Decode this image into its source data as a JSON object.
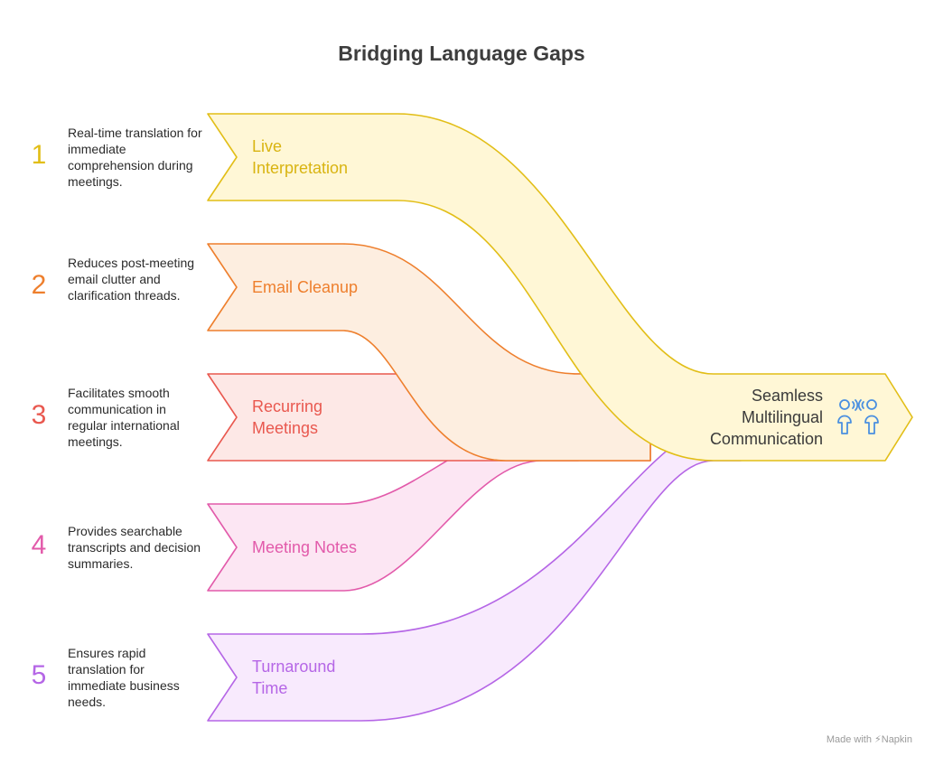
{
  "title": "Bridging Language Gaps",
  "items": [
    {
      "number": "1",
      "label": "Live Interpretation",
      "description": "Real-time translation for immediate comprehension during meetings.",
      "color": "#e2be17",
      "fill": "#fff7d6"
    },
    {
      "number": "2",
      "label": "Email Cleanup",
      "description": "Reduces post-meeting email clutter and clarification threads.",
      "color": "#ee7f2d",
      "fill": "#fdeee0"
    },
    {
      "number": "3",
      "label": "Recurring Meetings",
      "description": "Facilitates smooth communication in regular international meetings.",
      "color": "#e9584f",
      "fill": "#fde8e6"
    },
    {
      "number": "4",
      "label": "Meeting Notes",
      "description": "Provides searchable transcripts and decision summaries.",
      "color": "#e25aaa",
      "fill": "#fce6f3"
    },
    {
      "number": "5",
      "label": "Turnaround Time",
      "description": "Ensures rapid translation for immediate business needs.",
      "color": "#b566e6",
      "fill": "#f8eafd"
    }
  ],
  "merge": {
    "label": "Seamless Multilingual Communication",
    "icon": "people-talking-icon",
    "color": "#4a8fe0"
  },
  "footer": {
    "made_with": "Made with",
    "brand": "Napkin"
  }
}
